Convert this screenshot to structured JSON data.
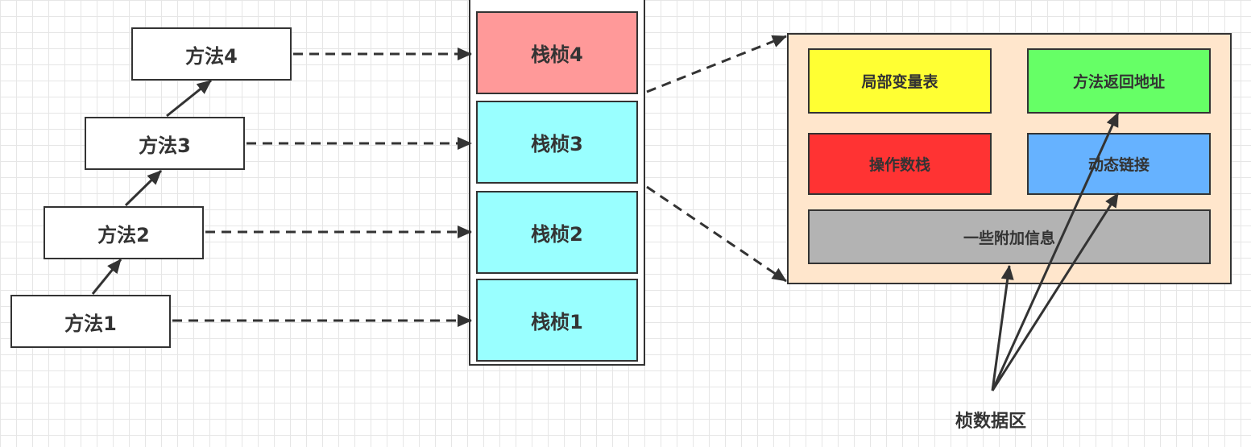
{
  "methods": [
    {
      "label": "方法4"
    },
    {
      "label": "方法3"
    },
    {
      "label": "方法2"
    },
    {
      "label": "方法1"
    }
  ],
  "frames": [
    {
      "label": "栈桢4",
      "color": "#ff9999"
    },
    {
      "label": "栈桢3",
      "color": "#99ffff"
    },
    {
      "label": "栈桢2",
      "color": "#99ffff"
    },
    {
      "label": "栈桢1",
      "color": "#99ffff"
    }
  ],
  "frame_data": {
    "local_vars": {
      "label": "局部变量表",
      "color": "#ffff33"
    },
    "return_address": {
      "label": "方法返回地址",
      "color": "#66ff66"
    },
    "operand_stack": {
      "label": "操作数栈",
      "color": "#ff3333"
    },
    "dynamic_link": {
      "label": "动态链接",
      "color": "#66b2ff"
    },
    "extra_info": {
      "label": "一些附加信息",
      "color": "#b3b3b3"
    },
    "background": "#ffe6cc"
  },
  "caption": "桢数据区"
}
